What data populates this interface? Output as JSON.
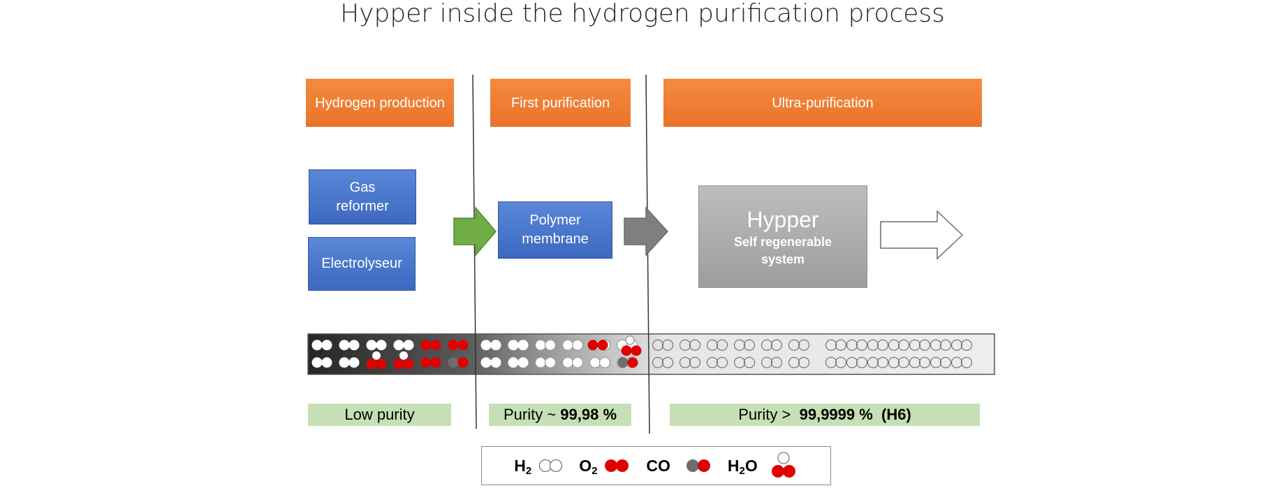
{
  "title": "Hypper inside the hydrogen purification process",
  "stages": {
    "production": "Hydrogen production",
    "first": "First purification",
    "ultra": "Ultra-purification"
  },
  "units": {
    "gas_reformer": "Gas reformer",
    "electrolyseur": "Electrolyseur",
    "polymer_membrane": "Polymer membrane",
    "hypper_title": "Hypper",
    "hypper_subtitle": "Self regenerable system"
  },
  "purity": {
    "low": "Low purity",
    "first_prefix": "Purity ~ ",
    "first_value": "99,98 %",
    "ultra_prefix": "Purity >  ",
    "ultra_value": "99,9999 %  (H6)"
  },
  "legend": {
    "h2_main": "H",
    "h2_sub": "2",
    "o2_main": "O",
    "o2_sub": "2",
    "co": "CO",
    "h2o_h": "H",
    "h2o_sub": "2",
    "h2o_o": "O"
  },
  "colors": {
    "stage_orange": "#ed7d31",
    "unit_blue": "#4472c4",
    "hypper_gray": "#a6a6a6",
    "purity_green": "#c5e0b4",
    "arrow_green": "#70ad47",
    "arrow_gray": "#7f7f7f",
    "oxygen_red": "#e00000",
    "carbon_gray": "#6d6d6d"
  }
}
